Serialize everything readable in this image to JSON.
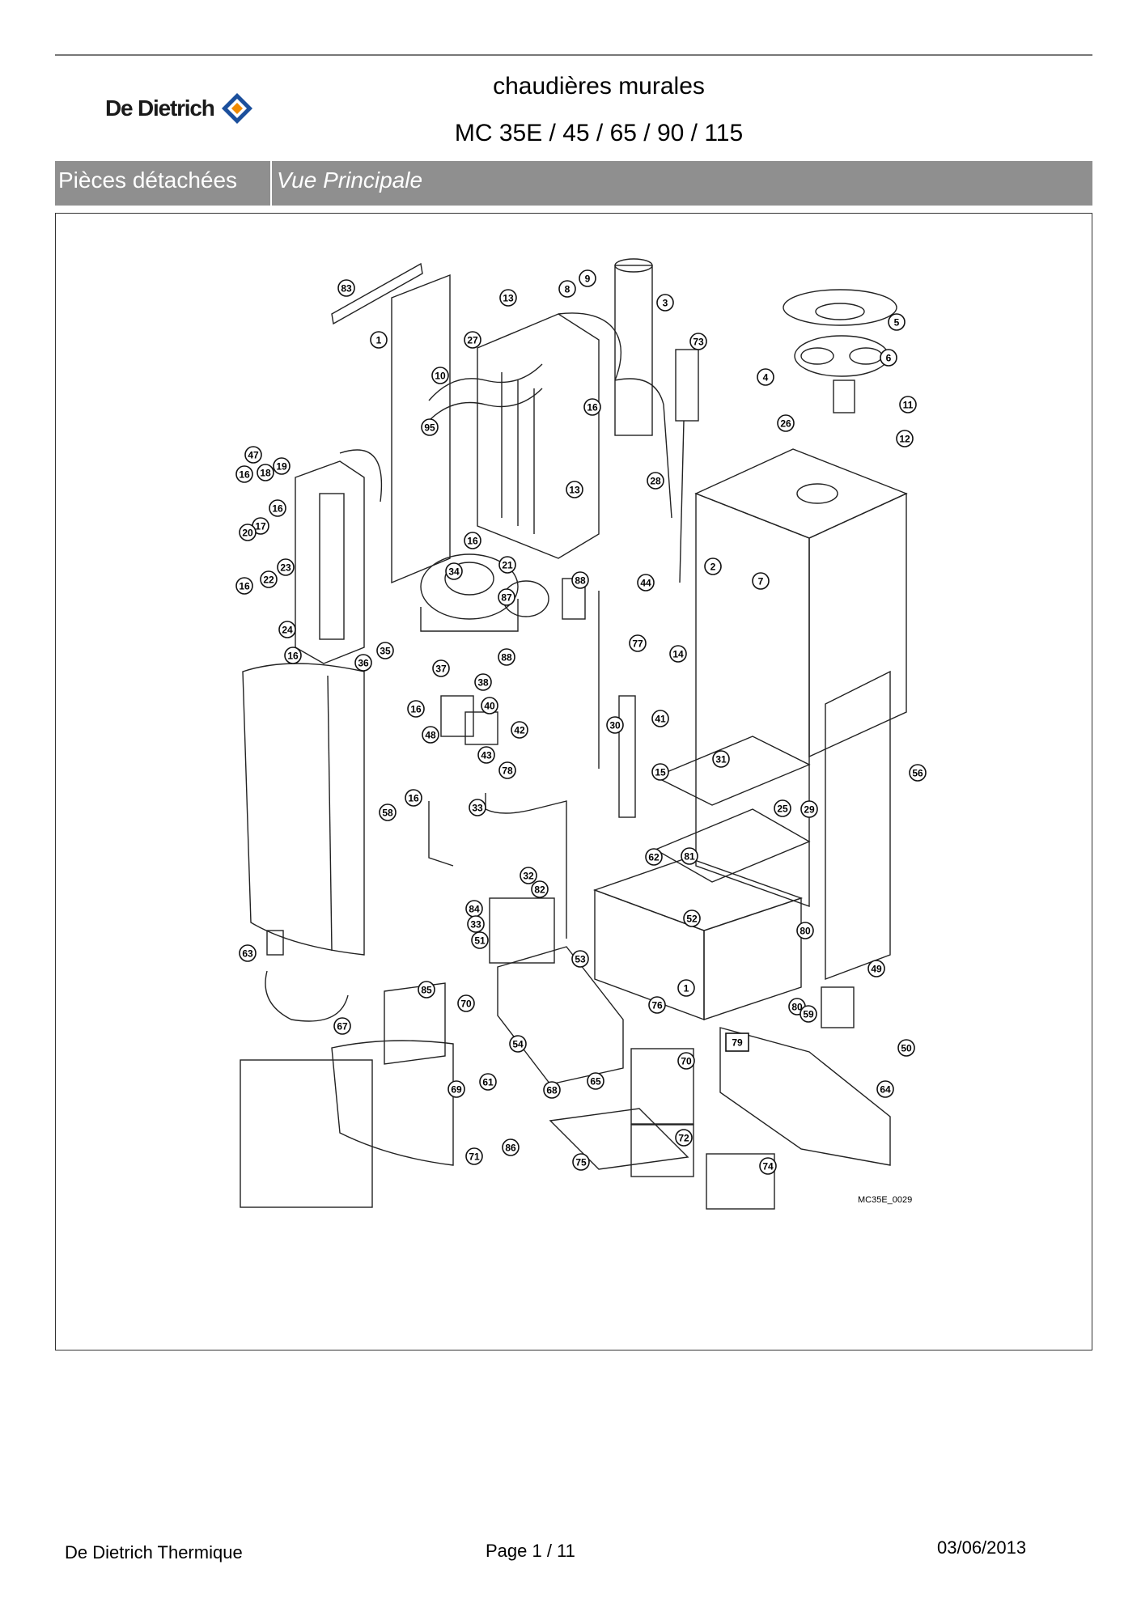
{
  "header": {
    "logo_text": "De Dietrich",
    "title": "chaudières murales",
    "models": "MC 35E / 45 / 65 / 90 / 115"
  },
  "band": {
    "section": "Pièces détachées",
    "view": "Vue Principale"
  },
  "diagram": {
    "drawing_ref": "MC35E_0029",
    "callouts": [
      "83",
      "1",
      "27",
      "13",
      "8",
      "9",
      "3",
      "73",
      "5",
      "6",
      "4",
      "10",
      "16",
      "95",
      "26",
      "11",
      "12",
      "47",
      "18",
      "19",
      "13",
      "28",
      "16",
      "16",
      "17",
      "20",
      "23",
      "22",
      "16",
      "34",
      "16",
      "21",
      "2",
      "88",
      "44",
      "7",
      "87",
      "77",
      "24",
      "35",
      "36",
      "16",
      "88",
      "14",
      "37",
      "38",
      "16",
      "40",
      "48",
      "42",
      "30",
      "41",
      "43",
      "78",
      "29",
      "31",
      "25",
      "15",
      "56",
      "58",
      "16",
      "33",
      "32",
      "62",
      "81",
      "82",
      "84",
      "33",
      "51",
      "52",
      "80",
      "53",
      "63",
      "1",
      "49",
      "76",
      "80",
      "85",
      "70",
      "67",
      "54",
      "59",
      "50",
      "79",
      "70",
      "69",
      "61",
      "68",
      "65",
      "64",
      "86",
      "71",
      "72",
      "75",
      "74"
    ],
    "boxed_callouts": [
      "79",
      "86",
      "75",
      "74"
    ]
  },
  "footer": {
    "company": "De Dietrich Thermique",
    "page": "Page   1  /  11",
    "date": "03/06/2013"
  }
}
